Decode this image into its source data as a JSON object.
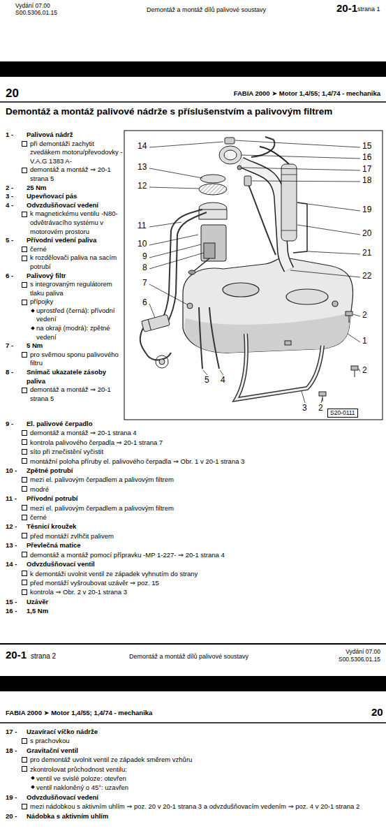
{
  "diagram": {
    "title": "Demontáž a montáž palivové nádrže s příslušenstvím a palivovým filtrem",
    "nodes": [
      {
        "text": [
          "S20-0111"
        ]
      }
    ],
    "labels": [
      "Vydání 07.00",
      "S00.5306.01.15",
      "Demontáž a montáž dílů palivové soustavy",
      "20-1",
      "strana 1",
      "20",
      "FABIA 2000 ➤ Motor 1,4/55; 1,4/74 - mechanika",
      "14",
      "13",
      "12",
      "11",
      "10",
      "9",
      "8",
      "7",
      "6",
      "15",
      "16",
      "17",
      "18",
      "19",
      "20",
      "21",
      "22",
      "2",
      "1",
      "2",
      "5",
      "4",
      "3",
      "2",
      "1 -",
      "Palivová nádrž",
      "při demontáži zachytit zvedákem motoru/převodovky -V.A.G 1383 A-",
      "demontáž a montáž ⇒ 20-1 strana 5",
      "2 -",
      "25 Nm",
      "3 -",
      "Upevňovací pás",
      "4 -",
      "Odvzdušňovací vedení",
      "k magnetickému ventilu -N80- odvětrávacího systému v motorovém prostoru",
      "5 -",
      "Přívodní vedení paliva",
      "černé",
      "k rozdělovači paliva na sacím potrubí",
      "6 -",
      "Palivový filtr",
      "s integrovaným regulátorem tlaku paliva",
      "přípojky",
      "uprostřed (černá): přívodní vedení",
      "na okraji (modrá): zpětné vedení",
      "7 -",
      "5 Nm",
      "pro svěrnou sponu palivového filtru",
      "8 -",
      "Snímač ukazatele zásoby paliva",
      "demontáž a montáž ⇒ 20-1 strana 5",
      "9 -",
      "El. palivové čerpadlo",
      "demontáž a montáž ⇒ 20-1 strana 4",
      "kontrola palivového čerpadla ⇒ 20-1 strana 7",
      "síto při znečistění vyčistit",
      "montážní poloha příruby el. palivového čerpadla ⇒ Obr. 1 v 20-1 strana 3",
      "10 -",
      "Zpětné potrubí",
      "mezi el. palivovým čerpadlem a palivovým filtrem",
      "modré",
      "11 -",
      "Přívodní potrubí",
      "mezi el. palivovým čerpadlem a palivovým filtrem",
      "černé",
      "12 -",
      "Těsnicí kroužek",
      "před montáží zvlhčit palivem",
      "13 -",
      "Převlečná matice",
      "demontáž a montáž pomocí přípravku -MP 1-227- ⇒ 20-1 strana 4",
      "14 -",
      "Odvzdušňovací ventil",
      "k demontáži uvolnit ventil ze západek vyhnutím do strany",
      "před montáží vyšroubovat uzávěr ⇒ poz. 15",
      "kontrola ⇒ Obr. 2 v 20-1 strana 3",
      "15 -",
      "Uzávěr",
      "16 -",
      "1,5 Nm",
      "20-1",
      "strana 2",
      "Demontáž a montáž dílů palivové soustavy",
      "Vydání 07.00",
      "S00.5306.01.15",
      "FABIA 2000 ➤ Motor 1,4/55; 1,4/74 - mechanika",
      "20",
      "17 -",
      "Uzavírací víčko nádrže",
      "s prachovkou",
      "18 -",
      "Gravitační ventil",
      "pro demontáž uvolnit ventil ze západek směrem vzhůru",
      "zkontrolovat průchodnost ventilu:",
      "ventil ve svislé poloze: otevřen",
      "ventil nakloněný o 45°: uzavřen",
      "19 -",
      "Odvzdušňovací vedení",
      "mezi nádobkou s aktivním uhlím ⇒ poz. 20 v 20-1 strana 3 a odvzdušňovacím vedením ⇒ poz. 4 v 20-1 strana 2",
      "20 -",
      "Nádobka s aktivním uhlím"
    ]
  }
}
